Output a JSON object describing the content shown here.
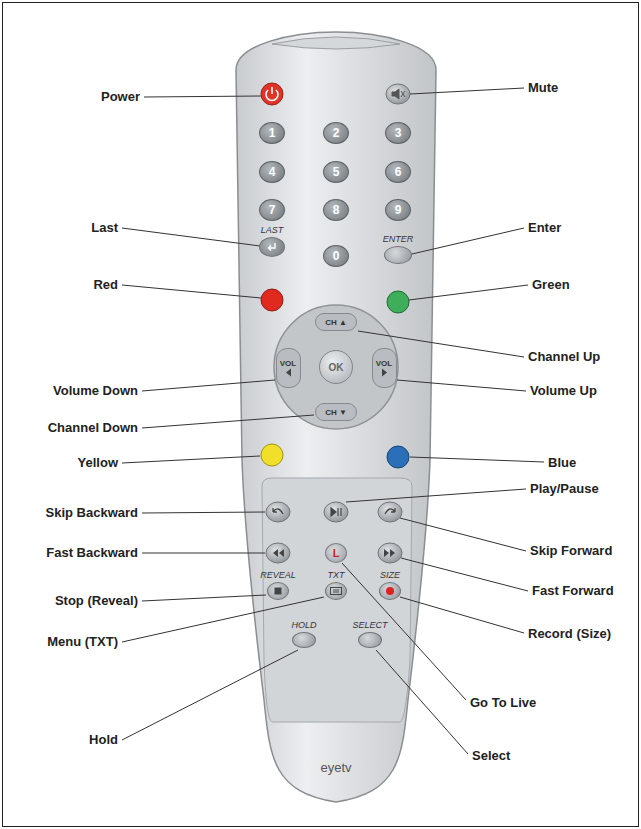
{
  "diagram": {
    "nodes": [
      {
        "text": [
          "eyetv"
        ]
      },
      {
        "text": [
          "1"
        ],
        "in": 0
      },
      {
        "text": [
          "2"
        ],
        "in": 0
      },
      {
        "text": [
          "3"
        ],
        "in": 0
      },
      {
        "text": [
          "4"
        ],
        "in": 0
      },
      {
        "text": [
          "5"
        ],
        "in": 0
      },
      {
        "text": [
          "6"
        ],
        "in": 0
      },
      {
        "text": [
          "7"
        ],
        "in": 0
      },
      {
        "text": [
          "8"
        ],
        "in": 0
      },
      {
        "text": [
          "9"
        ],
        "in": 0
      },
      {
        "text": [
          "LAST"
        ],
        "in": 0
      },
      {
        "text": [
          "0"
        ],
        "in": 0
      },
      {
        "text": [
          "ENTER"
        ],
        "in": 0
      },
      {
        "text": [
          "CH ▲"
        ],
        "in": 0
      },
      {
        "text": [
          "VOL"
        ],
        "in": 0
      },
      {
        "text": [
          "OK"
        ],
        "in": 0
      },
      {
        "text": [
          "VOL"
        ],
        "in": 0
      },
      {
        "text": [
          "CH ▼"
        ],
        "in": 0
      },
      {
        "text": [
          "L"
        ],
        "in": 0
      },
      {
        "text": [
          "REVEAL"
        ],
        "in": 0
      },
      {
        "text": [
          "TXT"
        ],
        "in": 0
      },
      {
        "text": [
          "SIZE"
        ],
        "in": 0
      },
      {
        "text": [
          "HOLD"
        ],
        "in": 0
      },
      {
        "text": [
          "SELECT"
        ],
        "in": 0
      }
    ],
    "labels": [
      "Power",
      "Mute",
      "Last",
      "Enter",
      "Red",
      "Green",
      "Channel Up",
      "Volume Down",
      "Volume Up",
      "Channel Down",
      "Yellow",
      "Blue",
      "Play/Pause",
      "Skip Backward",
      "Skip Forward",
      "Fast Backward",
      "Fast Forward",
      "Stop (Reveal)",
      "Record (Size)",
      "Menu (TXT)",
      "Go To Live",
      "Hold",
      "Select"
    ]
  }
}
